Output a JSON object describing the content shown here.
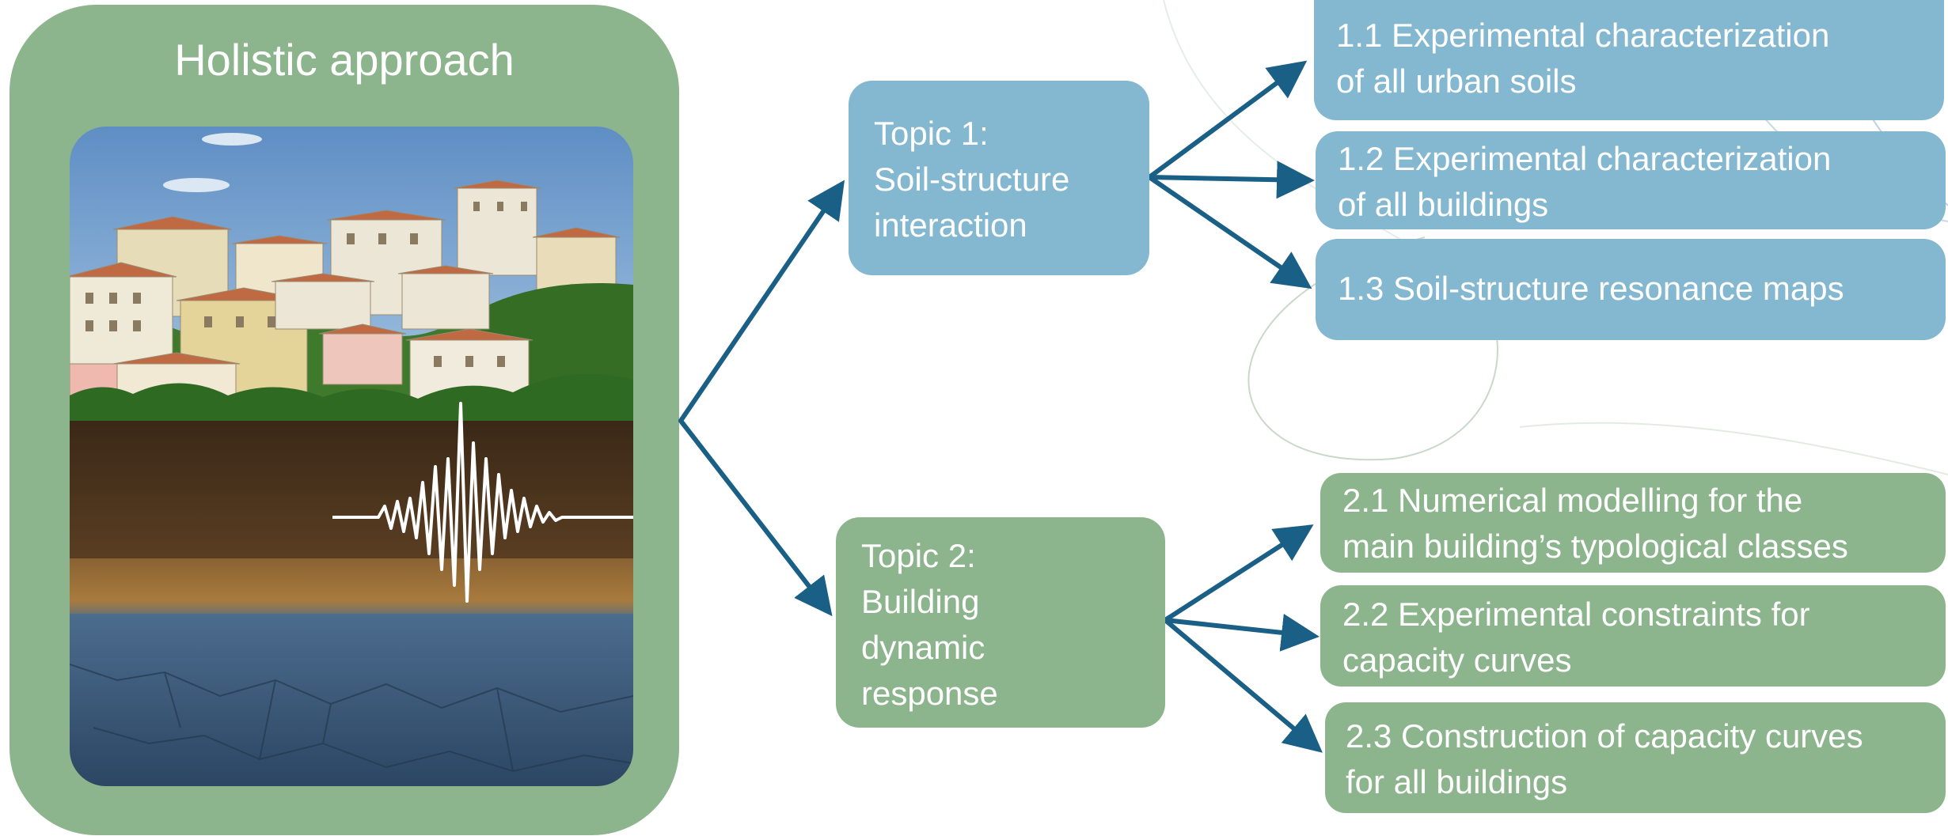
{
  "colors": {
    "panel_green": "#8db58d",
    "box_blue": "#84b8d0",
    "arrow": "#1a5f85",
    "text": "#ffffff"
  },
  "panel": {
    "title": "Holistic approach",
    "image": "illustration of hillside town buildings above soil layers with a seismic waveform"
  },
  "topic1": {
    "line1": "Topic 1:",
    "line2": "Soil-structure",
    "line3": "interaction",
    "subtopics": [
      {
        "line1": "1.1 Experimental characterization",
        "line2": "of all urban soils"
      },
      {
        "line1": "1.2 Experimental characterization",
        "line2": "of all buildings"
      },
      {
        "line1": "1.3 Soil-structure resonance maps"
      }
    ]
  },
  "topic2": {
    "line1": "Topic 2:",
    "line2": "Building",
    "line3": "dynamic",
    "line4": "response",
    "subtopics": [
      {
        "line1": "2.1 Numerical modelling for the",
        "line2": "main building’s typological classes"
      },
      {
        "line1": "2.2 Experimental constraints for",
        "line2": "capacity curves"
      },
      {
        "line1": "2.3 Construction of capacity curves",
        "line2": "for all buildings"
      }
    ]
  }
}
